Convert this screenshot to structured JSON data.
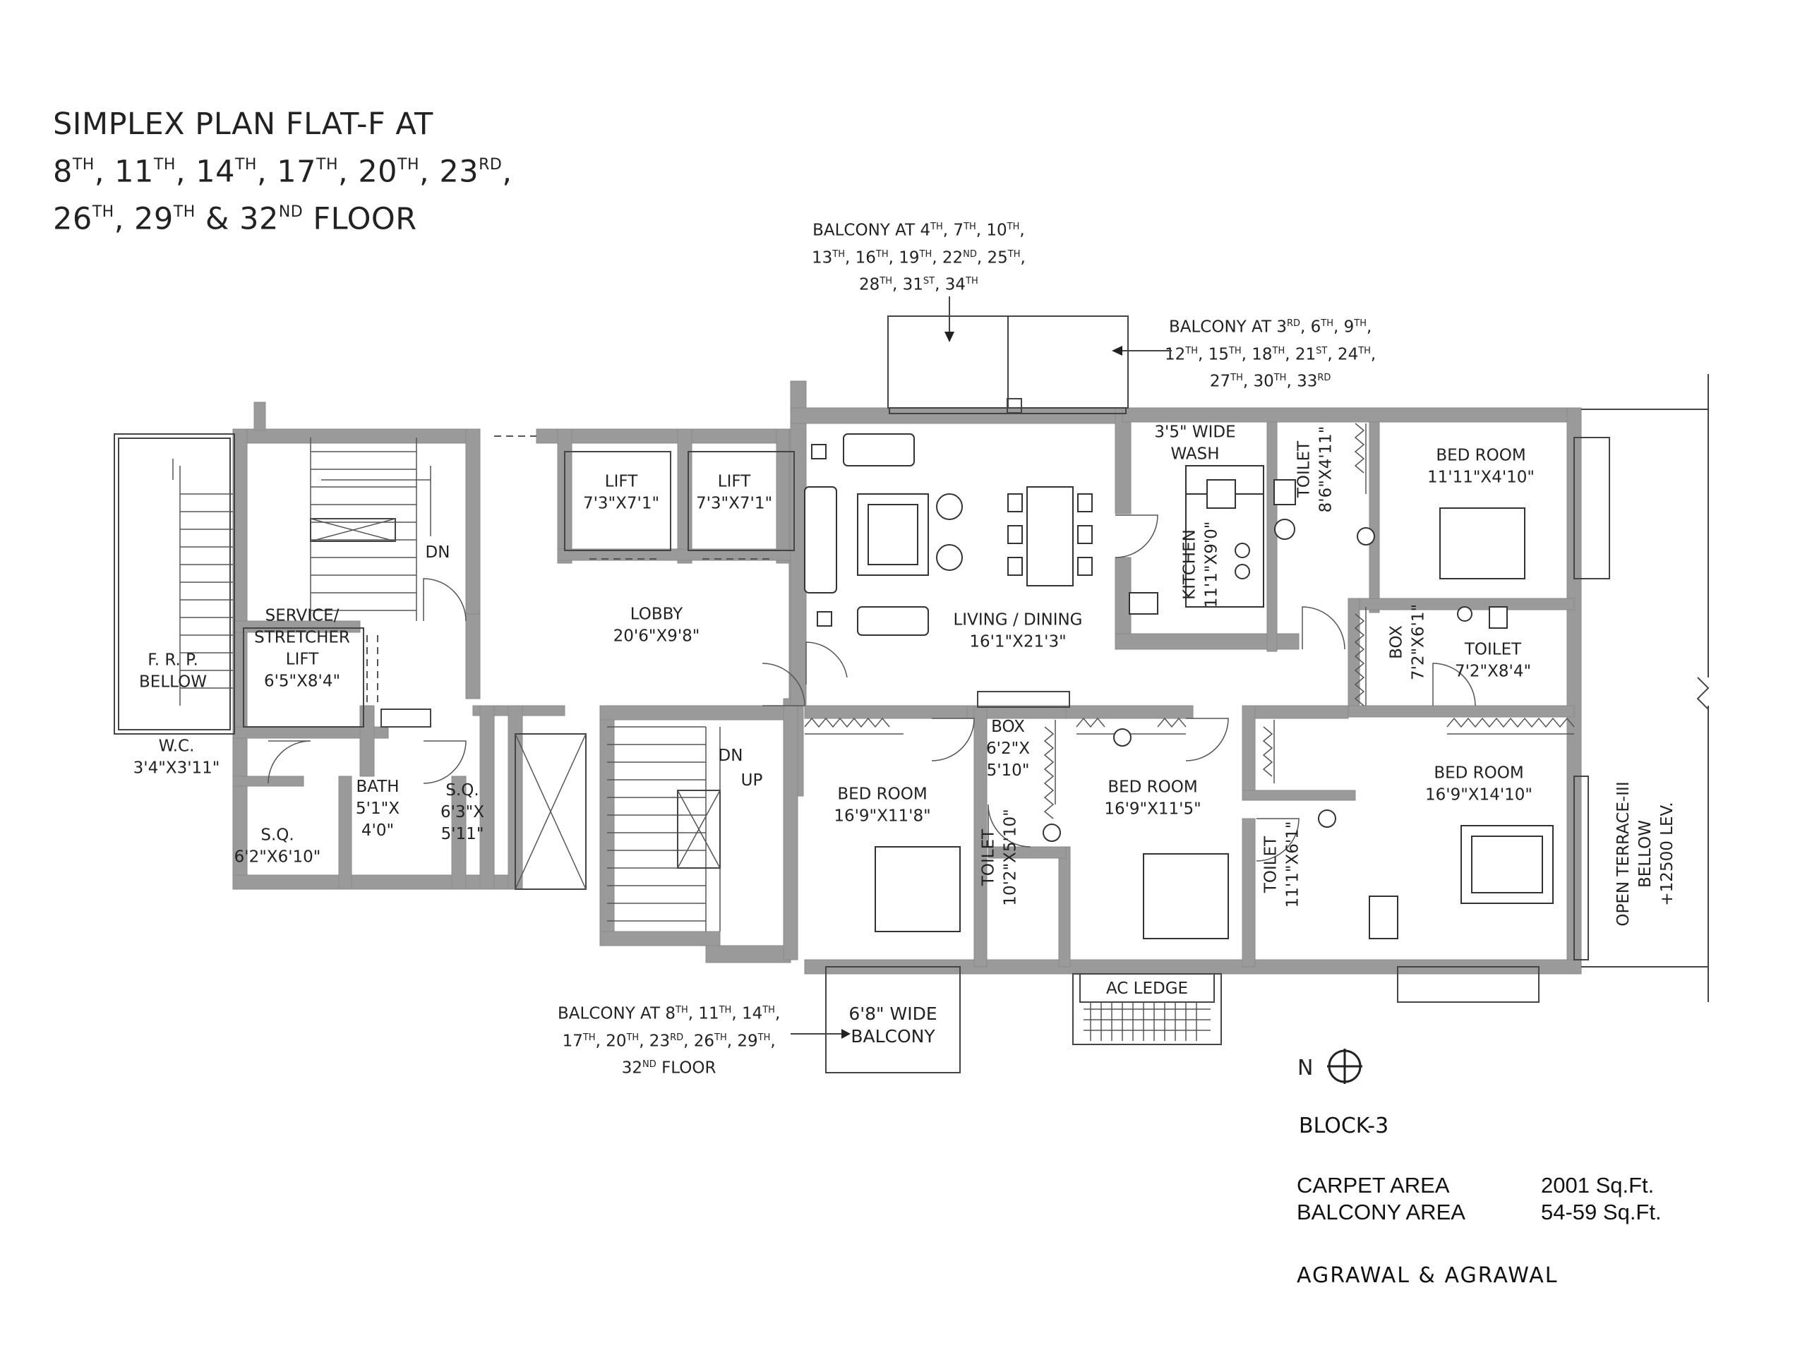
{
  "title": {
    "line1": "SIMPLEX PLAN FLAT-F AT",
    "line2_parts": [
      [
        "8",
        "TH"
      ],
      [
        "11",
        "TH"
      ],
      [
        "14",
        "TH"
      ],
      [
        "17",
        "TH"
      ],
      [
        "20",
        "TH"
      ],
      [
        "23",
        "RD"
      ]
    ],
    "line3_parts": [
      [
        "26",
        "TH"
      ],
      [
        "29",
        "TH"
      ],
      [
        "32",
        "ND"
      ]
    ],
    "line3_suffix": "FLOOR"
  },
  "balcony_notes": {
    "top": {
      "prefix": "BALCONY AT",
      "floors": [
        [
          "4",
          "TH"
        ],
        [
          "7",
          "TH"
        ],
        [
          "10",
          "TH"
        ],
        [
          "13",
          "TH"
        ],
        [
          "16",
          "TH"
        ],
        [
          "19",
          "TH"
        ],
        [
          "22",
          "ND"
        ],
        [
          "25",
          "TH"
        ],
        [
          "28",
          "TH"
        ],
        [
          "31",
          "ST"
        ],
        [
          "34",
          "TH"
        ]
      ]
    },
    "right": {
      "prefix": "BALCONY AT",
      "floors": [
        [
          "3",
          "RD"
        ],
        [
          "6",
          "TH"
        ],
        [
          "9",
          "TH"
        ],
        [
          "12",
          "TH"
        ],
        [
          "15",
          "TH"
        ],
        [
          "18",
          "TH"
        ],
        [
          "21",
          "ST"
        ],
        [
          "24",
          "TH"
        ],
        [
          "27",
          "TH"
        ],
        [
          "30",
          "TH"
        ],
        [
          "33",
          "RD"
        ]
      ]
    },
    "bottom": {
      "prefix": "BALCONY AT",
      "floors": [
        [
          "8",
          "TH"
        ],
        [
          "11",
          "TH"
        ],
        [
          "14",
          "TH"
        ],
        [
          "17",
          "TH"
        ],
        [
          "20",
          "TH"
        ],
        [
          "23",
          "RD"
        ],
        [
          "26",
          "TH"
        ],
        [
          "29",
          "TH"
        ],
        [
          "32",
          "ND"
        ]
      ],
      "suffix": "FLOOR"
    }
  },
  "rooms": {
    "frp": [
      "F. R. P.",
      "BELLOW"
    ],
    "service_lift": [
      "SERVICE/",
      "STRETCHER",
      "LIFT",
      "6'5\"X8'4\""
    ],
    "wc": [
      "W.C.",
      "3'4\"X3'11\""
    ],
    "sq1": [
      "S.Q.",
      "6'2\"X6'10\""
    ],
    "bath": [
      "BATH",
      "5'1\"X",
      "4'0\""
    ],
    "sq2": [
      "S.Q.",
      "6'3\"X",
      "5'11\""
    ],
    "lift1": [
      "LIFT",
      "7'3\"X7'1\""
    ],
    "lift2": [
      "LIFT",
      "7'3\"X7'1\""
    ],
    "lobby": [
      "LOBBY",
      "20'6\"X9'8\""
    ],
    "living": [
      "LIVING / DINING",
      "16'1\"X21'3\""
    ],
    "wash": [
      "3'5\" WIDE",
      "WASH"
    ],
    "kitchen": [
      "KITCHEN",
      "11'1\"X9'0\""
    ],
    "toilet_top": [
      "TOILET",
      "8'6\"X4'11\""
    ],
    "bed_ne": [
      "BED ROOM",
      "11'11\"X4'10\""
    ],
    "box_e": [
      "BOX",
      "7'2\"X6'1\""
    ],
    "toilet_e": [
      "TOILET",
      "7'2\"X8'4\""
    ],
    "bed_sw": [
      "BED ROOM",
      "16'9\"X11'8\""
    ],
    "box_s": [
      "BOX",
      "6'2\"X",
      "5'10\""
    ],
    "toilet_s": [
      "TOILET",
      "10'2\"X5'10\""
    ],
    "bed_s": [
      "BED ROOM",
      "16'9\"X11'5\""
    ],
    "toilet_se": [
      "TOILET",
      "11'1\"X6'1\""
    ],
    "bed_se": [
      "BED ROOM",
      "16'9\"X14'10\""
    ],
    "terrace": [
      "OPEN TERRACE-III",
      "BELLOW",
      "+12500 LEV."
    ],
    "ac_ledge": "AC LEDGE",
    "balcony_wide": [
      "6'8\" WIDE",
      "BALCONY"
    ],
    "stair_dn_top": "DN",
    "stair_dn_bottom": "DN",
    "stair_up": "UP"
  },
  "north_label": "N",
  "block": "BLOCK-3",
  "areas": [
    {
      "label": "CARPET AREA",
      "value": "2001 Sq.Ft."
    },
    {
      "label": "BALCONY AREA",
      "value": "54-59 Sq.Ft."
    }
  ],
  "architect": "AGRAWAL  &  AGRAWAL",
  "colors": {
    "wall": "#9a9a9a",
    "line": "#444444",
    "text": "#222222"
  }
}
